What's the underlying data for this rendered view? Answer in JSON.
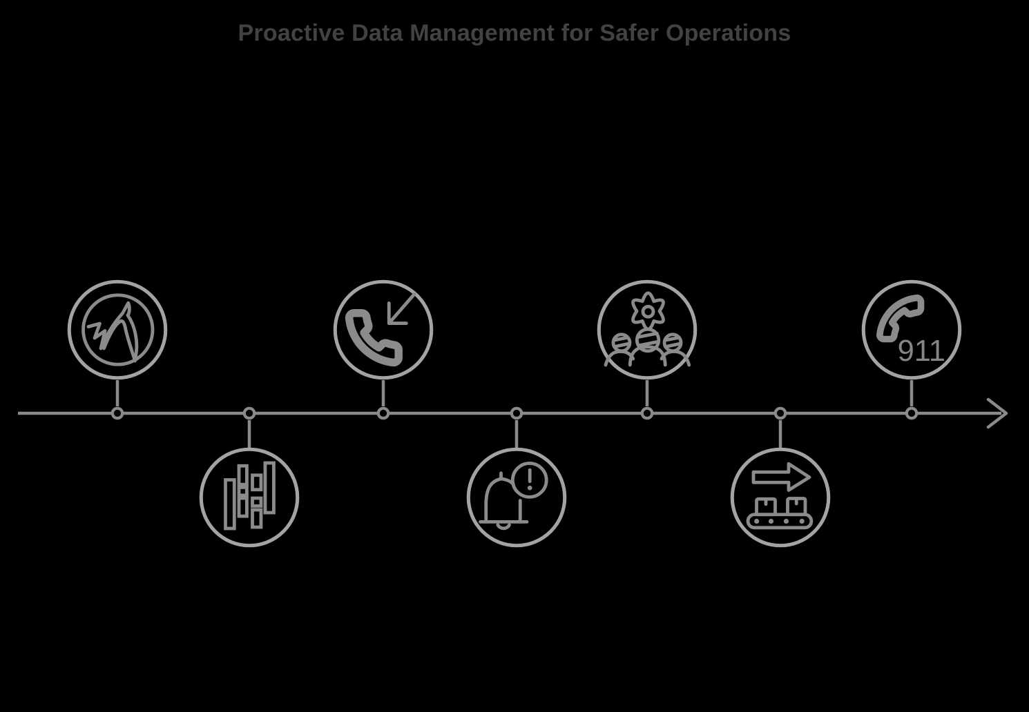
{
  "title": "Proactive Data Management for Safer Operations",
  "colors": {
    "background": "#000000",
    "title_text": "#424242",
    "timeline_line": "#8a8a8a",
    "icon_stroke": "#8b8b8b",
    "circle_border": "#a3a3a3"
  },
  "timeline": {
    "direction": "left-to-right",
    "arrow_end": "right",
    "milestones": [
      {
        "icon": "horse-logo-icon",
        "position": "above",
        "fill": "#dbe5fa"
      },
      {
        "icon": "data-bars-icon",
        "position": "below",
        "fill": "#dff2fa"
      },
      {
        "icon": "incoming-call-icon",
        "position": "above",
        "fill": "#e2f4ea"
      },
      {
        "icon": "alert-bell-icon",
        "position": "below",
        "fill": "#edf8e1"
      },
      {
        "icon": "team-settings-gear-icon",
        "position": "above",
        "fill": "#fcfadf"
      },
      {
        "icon": "conveyor-belt-arrow-icon",
        "position": "below",
        "fill": "#fcefe3"
      },
      {
        "icon": "emergency-911-call-icon",
        "position": "above",
        "fill": "#fbdee1",
        "label": "911"
      }
    ]
  }
}
